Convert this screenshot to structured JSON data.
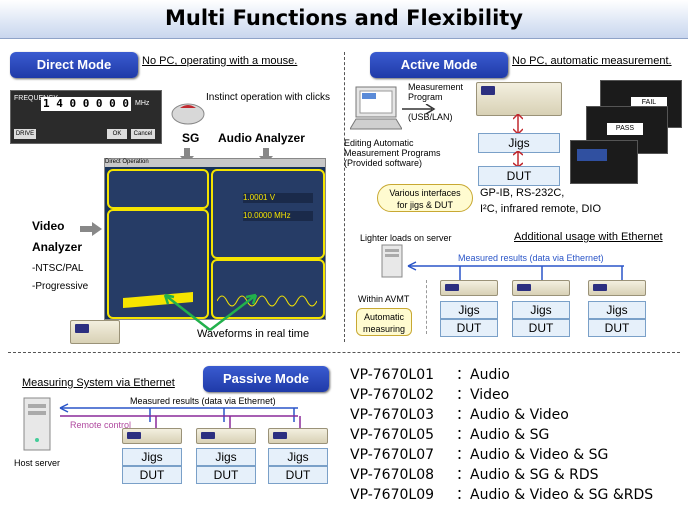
{
  "title": "Multi Functions and Flexibility",
  "direct": {
    "label": "Direct Mode",
    "note": "No PC, operating with a mouse.",
    "click_note": "Instinct operation with clicks",
    "sg": "SG",
    "audio_analyzer": "Audio Analyzer",
    "video": "Video",
    "analyzer": "Analyzer",
    "ntsc": "-NTSC/PAL",
    "progressive": "-Progressive",
    "waveforms": "Waveforms in real time",
    "freq_window": {
      "title": "FREQUENCY",
      "value": "1 4 0 0 0 0 0",
      "unit": "MHz",
      "drive": "DRIVE",
      "ok": "OK",
      "cancel": "Cancel"
    },
    "screen": {
      "title": "Direct Operation",
      "readout1": "1.0001 V",
      "readout2": "10.0000 MHz"
    }
  },
  "active": {
    "label": "Active Mode",
    "note": "No PC, automatic measurement.",
    "program": "Measurement\nProgram",
    "usb": "(USB/LAN)",
    "editing": "Editing Automatic\nMeasurement Programs\n(Provided software)",
    "jigs": "Jigs",
    "dut": "DUT",
    "interfaces": "Various interfaces\nfor jigs & DUT",
    "gpib": "GP-IB, RS-232C,",
    "i2c": "I²C, infrared remote, DIO",
    "fail": "FAIL",
    "pass": "PASS",
    "lighter": "Lighter loads on server",
    "additional": "Additional usage with Ethernet",
    "measured": "Measured results (data via Ethernet)",
    "within": "Within AVMT",
    "automatic": "Automatic\nmeasuring"
  },
  "passive": {
    "label": "Passive Mode",
    "note": "Measuring System via Ethernet",
    "measured": "Measured results (data via Ethernet)",
    "remote": "Remote control",
    "host": "Host server",
    "jigs": "Jigs",
    "dut": "DUT"
  },
  "models": [
    {
      "code": "VP-7670L01",
      "desc": "：Audio"
    },
    {
      "code": "VP-7670L02",
      "desc": "：Video"
    },
    {
      "code": "VP-7670L03",
      "desc": "：Audio & Video"
    },
    {
      "code": "VP-7670L05",
      "desc": "：Audio & SG"
    },
    {
      "code": "VP-7670L07",
      "desc": "：Audio & Video & SG"
    },
    {
      "code": "VP-7670L08",
      "desc": "：Audio & SG & RDS"
    },
    {
      "code": "VP-7670L09",
      "desc": "：Audio & Video & SG &RDS"
    }
  ],
  "colors": {
    "pill": "#2443b5",
    "box": "#e6f0fa",
    "arrow_blue": "#2a55c8",
    "arrow_purple": "#8a2a9a",
    "arrow_green": "#22b14c",
    "highlight": "#f5e400",
    "remote": "#b04aa0"
  }
}
